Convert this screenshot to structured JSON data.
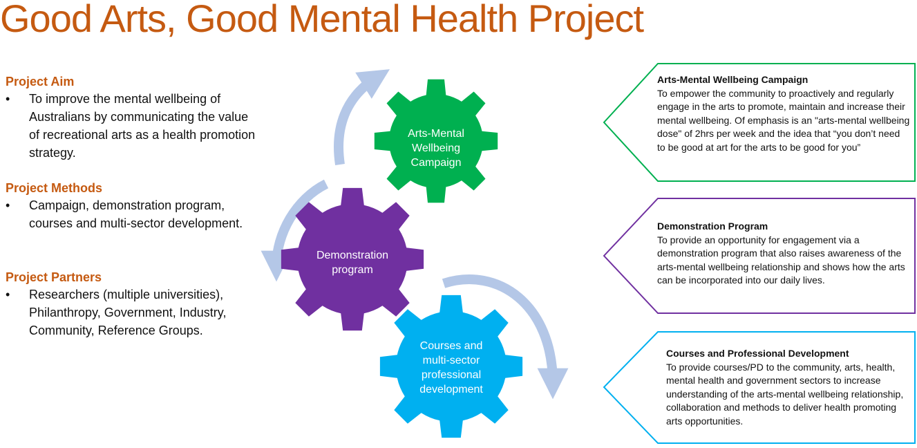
{
  "title": "Good Arts, Good Mental Health Project",
  "sections": [
    {
      "heading": "Project Aim",
      "bullet": "To improve the mental wellbeing of Australians by communicating the value of recreational arts as a health promotion strategy."
    },
    {
      "heading": "Project Methods",
      "bullet": "Campaign, demonstration program, courses and multi-sector development."
    },
    {
      "heading": "Project Partners",
      "bullet": "Researchers (multiple universities), Philanthropy, Government, Industry, Community, Reference Groups."
    }
  ],
  "gears": [
    {
      "lines": [
        "Arts-Mental",
        "Wellbeing",
        "Campaign"
      ],
      "color": "#00B050"
    },
    {
      "lines": [
        "Demonstration",
        "program"
      ],
      "color": "#7030A0"
    },
    {
      "lines": [
        "Courses and",
        "multi-sector",
        "professional",
        "development"
      ],
      "color": "#00B0F0"
    }
  ],
  "boxes": [
    {
      "heading": "Arts-Mental Wellbeing Campaign",
      "text": "To empower the community to proactively and regularly engage in the arts to promote, maintain and increase their mental wellbeing. Of emphasis is an \"arts-mental wellbeing dose\" of 2hrs per week and the idea that “you don’t need to be good at art for the arts to be good for you”",
      "color": "#00B050"
    },
    {
      "heading": "Demonstration Program",
      "text": "To provide an opportunity for engagement via a demonstration program that also raises awareness of the arts-mental wellbeing relationship and shows how the arts can be incorporated into our daily lives.",
      "color": "#7030A0"
    },
    {
      "heading": "Courses and Professional Development",
      "text": "To provide courses/PD to the community, arts, health, mental health and government sectors to increase understanding of the arts-mental wellbeing relationship, collaboration and methods to deliver health promoting arts opportunities.",
      "color": "#00B0F0"
    }
  ],
  "colors": {
    "title": "#C55A11",
    "heading": "#C55A11",
    "arrow": "#B4C7E7",
    "text": "#111111"
  },
  "icons": {
    "bullet": "•"
  }
}
